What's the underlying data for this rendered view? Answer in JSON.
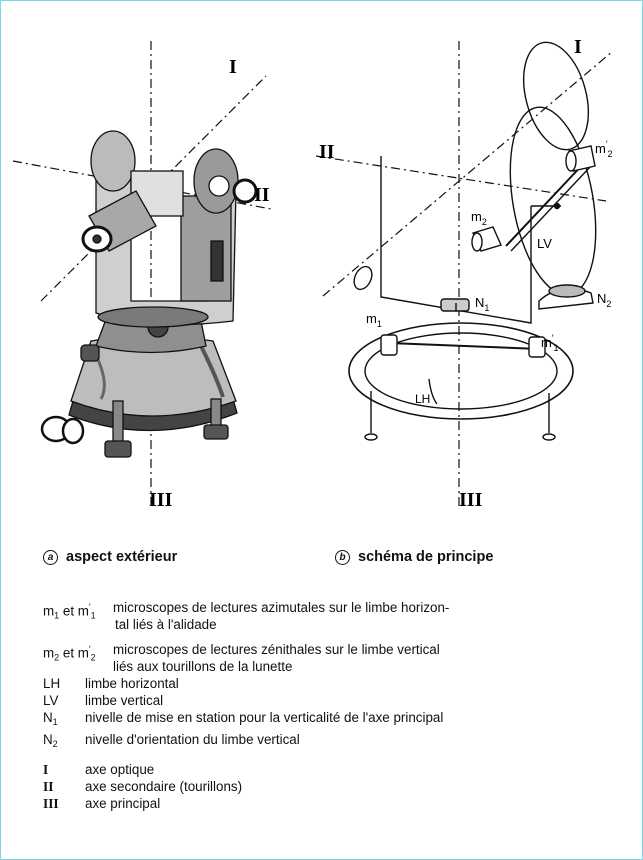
{
  "figure_labels": {
    "axis_I": "I",
    "axis_II": "II",
    "axis_III": "III",
    "m1": "m1",
    "m1p": "m'1",
    "m2": "m2",
    "m2p": "m'2",
    "N1": "N1",
    "N2": "N2",
    "LV": "LV",
    "LH": "LH"
  },
  "captions": {
    "a_letter": "a",
    "a_text": "aspect extérieur",
    "b_letter": "b",
    "b_text": "schéma de principe"
  },
  "legend": {
    "m1_line1": "microscopes de lectures azimutales sur le limbe horizon-",
    "m1_line2": "tal liés à l'alidade",
    "m2_line1": "microscopes de lectures zénithales sur le limbe vertical",
    "m2_line2": "liés aux tourillons de la lunette",
    "et": "et",
    "LH_sym": "LH",
    "LH_desc": "limbe horizontal",
    "LV_sym": "LV",
    "LV_desc": "limbe vertical",
    "N1_desc": "nivelle de mise en station pour la verticalité de l'axe principal",
    "N2_desc": "nivelle d'orientation du limbe vertical",
    "I_sym": "I",
    "I_desc": "axe optique",
    "II_sym": "II",
    "II_desc": "axe secondaire (tourillons)",
    "III_sym": "III",
    "III_desc": "axe principal"
  }
}
